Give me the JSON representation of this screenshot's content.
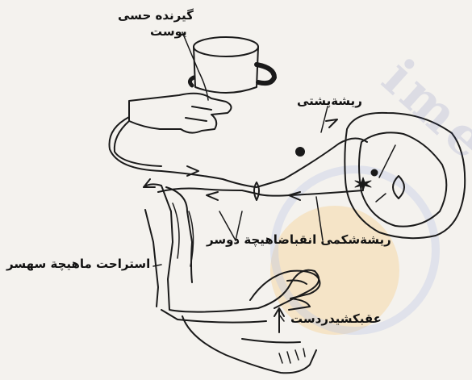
{
  "labels": {
    "skin_receptor_line1": "گیرنده حسی",
    "skin_receptor_line2": "پوست",
    "dorsal_root": "ریشةپشتی",
    "ventral_root_contraction": "ریشةشکمی انقباضاهیچة دوسر",
    "triceps_relaxation": "استراحت ماهیچة سهسر",
    "hand_withdrawal": "عقبکشیدردست"
  },
  "watermark": {
    "text": "ime"
  },
  "colors": {
    "ink": "#1a1a1a",
    "paper": "#f4f2ee",
    "watermark_orange": "#f3c98a",
    "watermark_blue": "#8fa3d6"
  }
}
